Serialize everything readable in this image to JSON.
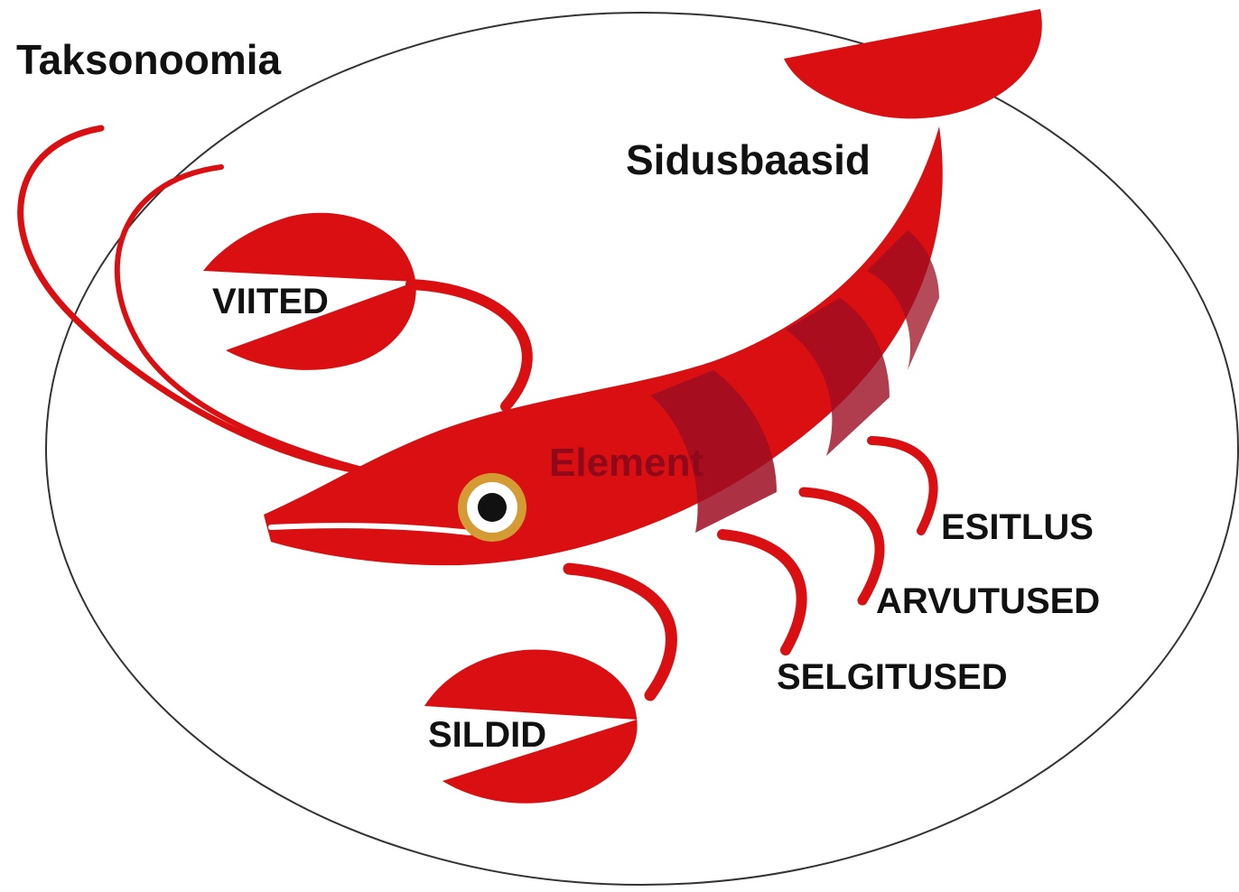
{
  "diagram": {
    "title": "Taksonoomia",
    "colors": {
      "body": "#d90f12",
      "body_dark": "#9c0d22",
      "outline": "#333333",
      "text": "#111111",
      "element_text": "#8e0a1a",
      "eye_ring": "#d49a33",
      "eye_pupil": "#111111"
    },
    "labels": {
      "linkbases": "Sidusbaasid",
      "references": "VIITED",
      "element": "Element",
      "presentation": "ESITLUS",
      "calculations": "ARVUTUSED",
      "definitions": "SELGITUSED",
      "labels": "SILDID"
    }
  }
}
